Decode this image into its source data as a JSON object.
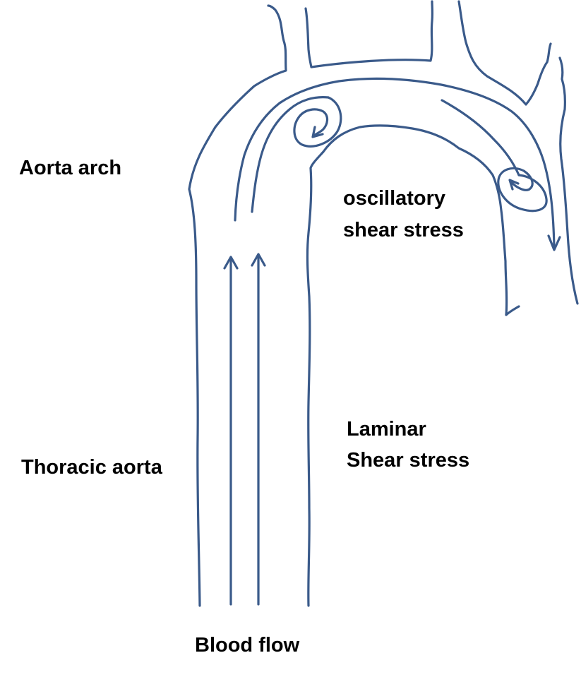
{
  "labels": {
    "aorta_arch": "Aorta arch",
    "oscillatory_line1": "oscillatory",
    "oscillatory_line2": "shear stress",
    "laminar_line1": "Laminar",
    "laminar_line2": "Shear stress",
    "thoracic_aorta": "Thoracic aorta",
    "blood_flow": "Blood flow"
  },
  "colors": {
    "stroke": "#3a5a8a",
    "text": "#000000",
    "background": "#ffffff"
  }
}
